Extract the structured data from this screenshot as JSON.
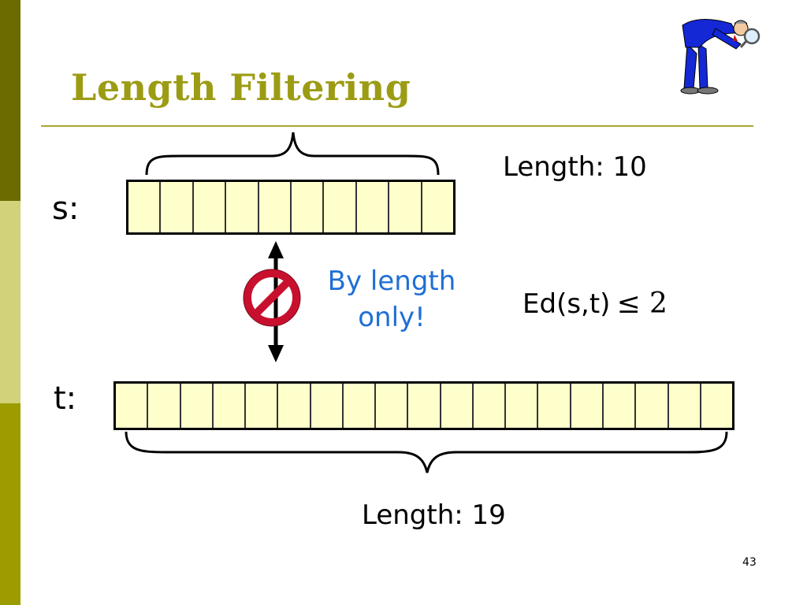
{
  "slide": {
    "title": "Length Filtering",
    "page_number": "43"
  },
  "strings": {
    "s": {
      "label": "s:",
      "cells": 10,
      "length_text": "Length: 10"
    },
    "t": {
      "label": "t:",
      "cells": 19,
      "length_text": "Length: 19"
    }
  },
  "relation": {
    "edit_distance_text": "Ed(s,t)",
    "bound_text": "≤ 2",
    "note_line1": "By length",
    "note_line2": "only!"
  },
  "colors": {
    "title": "#9c9c14",
    "note": "#1f6fd6",
    "cell_fill": "#ffffcc",
    "prohibit_red": "#c8102e"
  },
  "icons": [
    "prohibit-icon",
    "double-arrow-icon",
    "detective-clipart"
  ]
}
